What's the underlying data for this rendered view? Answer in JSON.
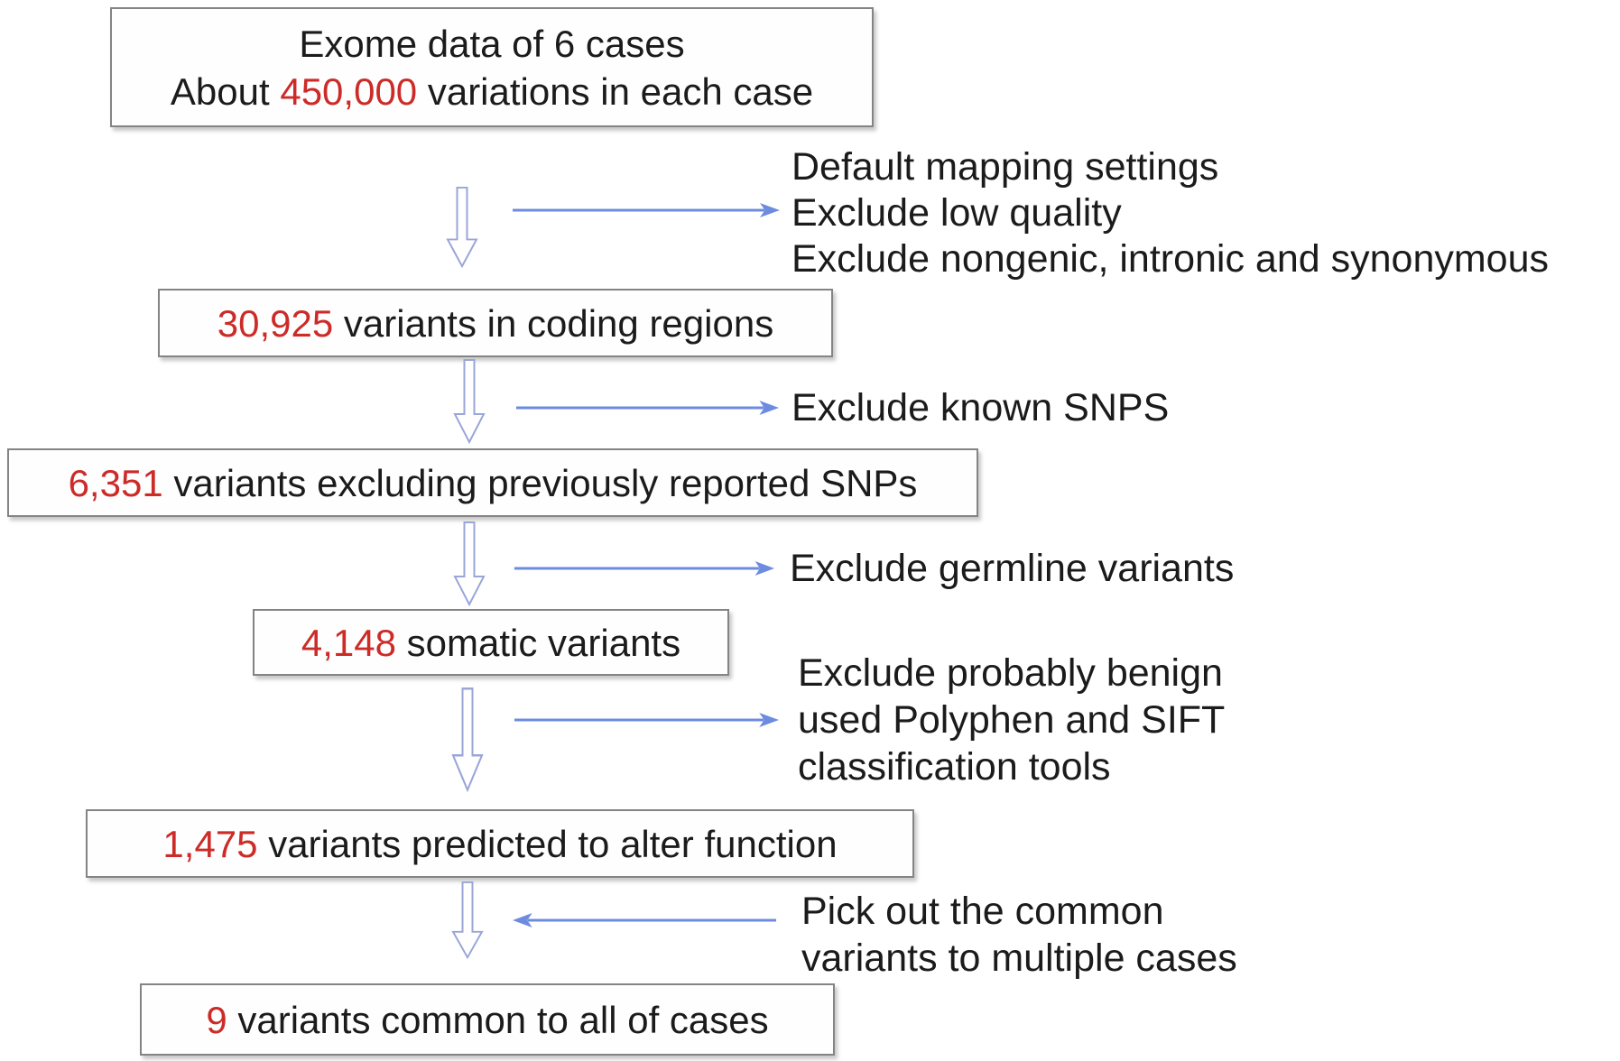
{
  "colors": {
    "number_red": "#cc2b28",
    "h_arrow_blue": "#6d8ce0",
    "down_arrow_blue": "#9aa5d8",
    "box_border_gray": "#848484",
    "text_black": "#1b1b1b",
    "canvas_bg": "#ffffff"
  },
  "boxes": {
    "exome": {
      "line1": "Exome data of 6 cases",
      "line2_pre": "About ",
      "line2_num": "450,000",
      "line2_post": " variations in each case"
    },
    "coding": {
      "num": "30,925",
      "text": " variants in coding regions"
    },
    "nosnp": {
      "num": "6,351",
      "text": " variants excluding previously reported SNPs"
    },
    "somatic": {
      "num": "4,148",
      "text": " somatic variants"
    },
    "altered": {
      "num": "1,475",
      "text": " variants predicted to alter function"
    },
    "common": {
      "num": "9",
      "text": " variants common to all of cases"
    }
  },
  "annotations": {
    "filter1": {
      "lines": [
        "Default mapping settings",
        "Exclude low quality",
        "Exclude nongenic, intronic and synonymous"
      ]
    },
    "filter2": {
      "lines": [
        "Exclude known SNPS"
      ]
    },
    "filter3": {
      "lines": [
        "Exclude germline variants"
      ]
    },
    "filter4": {
      "lines": [
        "Exclude probably benign",
        "used Polyphen and SIFT",
        "classification tools"
      ]
    },
    "filter5": {
      "lines": [
        "Pick out the common",
        "variants to multiple cases"
      ]
    }
  }
}
